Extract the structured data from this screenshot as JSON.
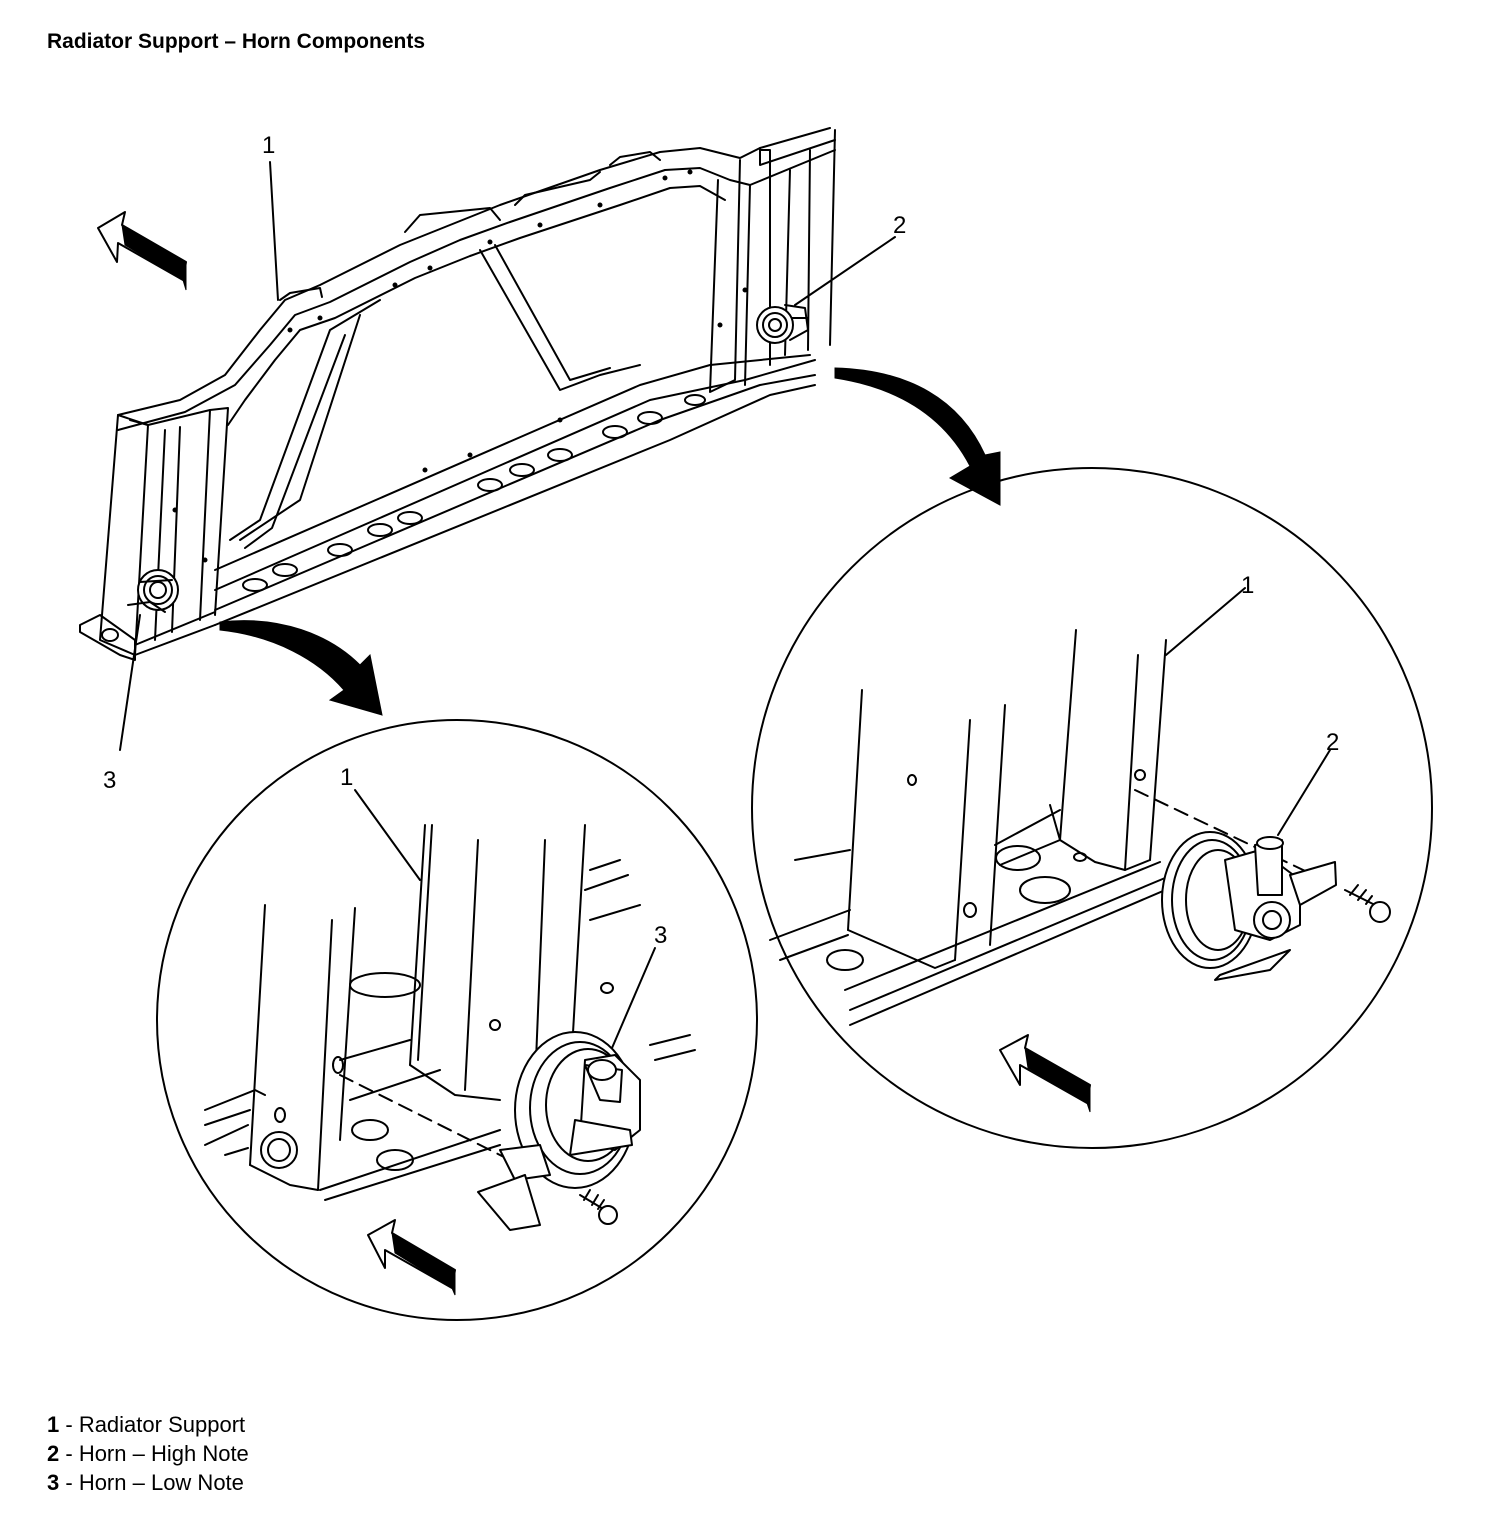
{
  "title": "Radiator Support – Horn Components",
  "callouts": {
    "main_1": "1",
    "main_2": "2",
    "main_3": "3",
    "detail_right_1": "1",
    "detail_right_2": "2",
    "detail_left_1": "1",
    "detail_left_3": "3"
  },
  "legend": [
    {
      "num": "1",
      "sep": " - ",
      "label": "Radiator Support"
    },
    {
      "num": "2",
      "sep": " - ",
      "label": "Horn – High Note"
    },
    {
      "num": "3",
      "sep": " - ",
      "label": "Horn – Low Note"
    }
  ]
}
